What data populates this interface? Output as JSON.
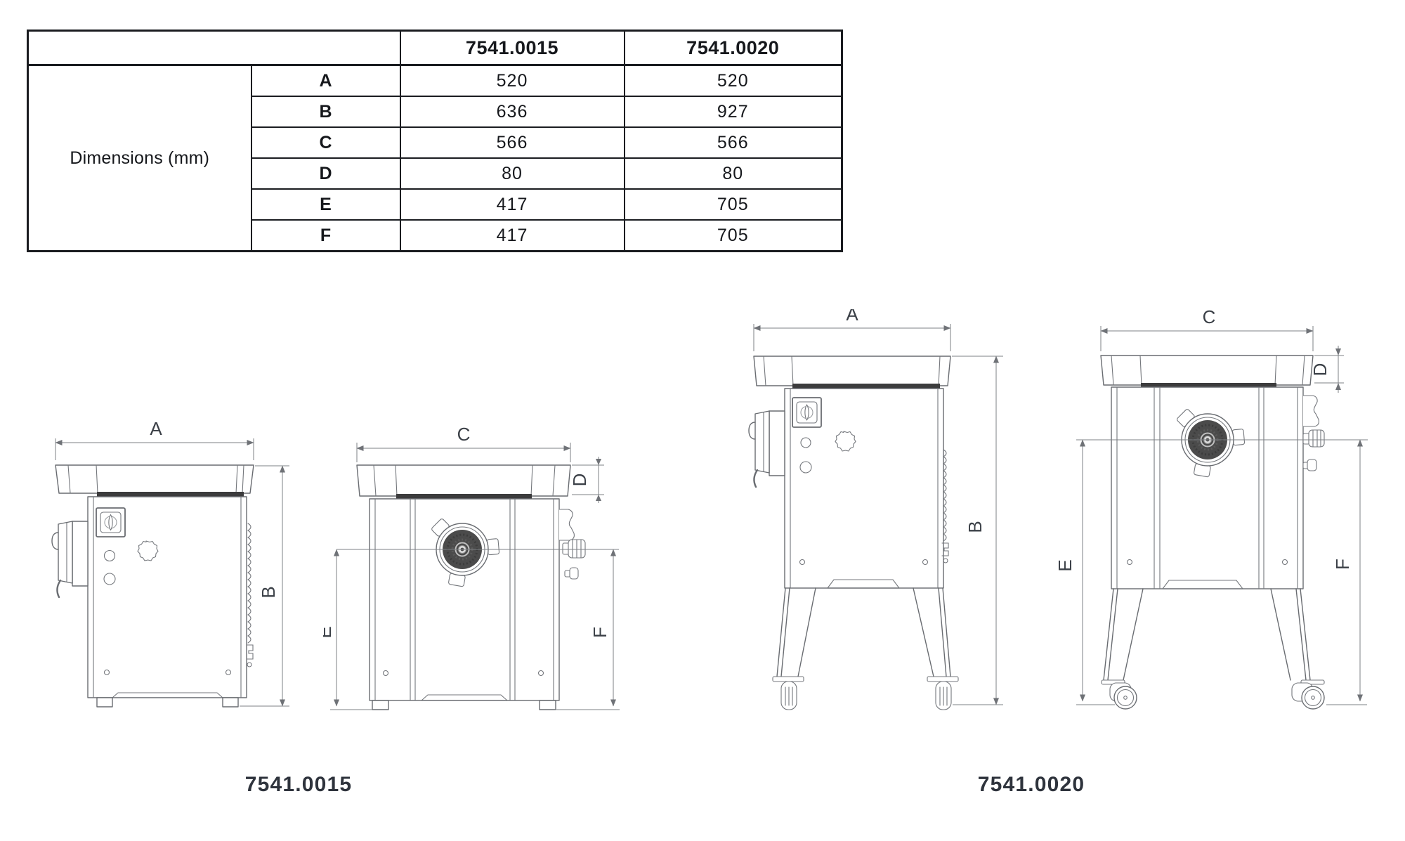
{
  "table": {
    "group_label": "Dimensions (mm)",
    "columns": [
      "7541.0015",
      "7541.0020"
    ],
    "rows": [
      {
        "dim": "A",
        "m15": "520",
        "m20": "520"
      },
      {
        "dim": "B",
        "m15": "636",
        "m20": "927"
      },
      {
        "dim": "C",
        "m15": "566",
        "m20": "566"
      },
      {
        "dim": "D",
        "m15": "80",
        "m20": "80"
      },
      {
        "dim": "E",
        "m15": "417",
        "m20": "705"
      },
      {
        "dim": "F",
        "m15": "417",
        "m20": "705"
      }
    ]
  },
  "dims": {
    "A": "A",
    "B": "B",
    "C": "C",
    "D": "D",
    "E": "E",
    "F": "F"
  },
  "captions": {
    "model_a": "7541.0015",
    "model_b": "7541.0020"
  },
  "colors": {
    "table_border": "#1a1c20",
    "text": "#16181c",
    "drawing_line": "#696c71",
    "dimension_line": "#7d8084",
    "dim_label": "#3b4047",
    "thick_bar": "#3c3c3d",
    "grinder_disc": "#4b4b4b",
    "caption_text": "#2e333c",
    "background": "#ffffff"
  }
}
